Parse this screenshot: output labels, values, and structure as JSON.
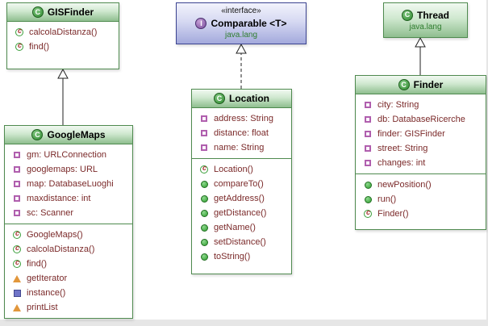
{
  "icons": {
    "class_letter": "C",
    "interface_letter": "I"
  },
  "colors": {
    "class_header_green": "#8fbe8f",
    "interface_header_blue": "#a3a9dc",
    "class_border_green": "#4f8a4f",
    "interface_border_blue": "#3c4491",
    "package_text_green": "#2f7d2f",
    "member_text_maroon": "#7b2a2a"
  },
  "boxes": {
    "gisfinder": {
      "kind": "class",
      "name": "GISFinder",
      "methods": [
        {
          "label": "calcolaDistanza()",
          "icon": "constructor-method-icon"
        },
        {
          "label": "find()",
          "icon": "constructor-method-icon"
        }
      ]
    },
    "comparable": {
      "kind": "interface",
      "stereotype": "«interface»",
      "name": "Comparable <T>",
      "package": "java.lang"
    },
    "thread": {
      "kind": "class",
      "name": "Thread",
      "package": "java.lang"
    },
    "googlemaps": {
      "kind": "class",
      "name": "GoogleMaps",
      "fields": [
        {
          "label": "gm: URLConnection",
          "icon": "field-icon"
        },
        {
          "label": "googlemaps: URL",
          "icon": "field-icon"
        },
        {
          "label": "map: DatabaseLuoghi",
          "icon": "field-icon"
        },
        {
          "label": "maxdistance: int",
          "icon": "field-icon"
        },
        {
          "label": "sc: Scanner",
          "icon": "field-icon"
        }
      ],
      "methods": [
        {
          "label": "GoogleMaps()",
          "icon": "constructor-method-icon"
        },
        {
          "label": "calcolaDistanza()",
          "icon": "constructor-method-icon"
        },
        {
          "label": "find()",
          "icon": "constructor-method-icon"
        },
        {
          "label": "getIterator",
          "icon": "triangle-method-icon"
        },
        {
          "label": "instance()",
          "icon": "square-method-icon"
        },
        {
          "label": "printList",
          "icon": "triangle-method-icon"
        }
      ]
    },
    "location": {
      "kind": "class",
      "name": "Location",
      "fields": [
        {
          "label": "address: String",
          "icon": "field-icon"
        },
        {
          "label": "distance: float",
          "icon": "field-icon"
        },
        {
          "label": "name: String",
          "icon": "field-icon"
        }
      ],
      "methods": [
        {
          "label": "Location()",
          "icon": "constructor-method-icon"
        },
        {
          "label": "compareTo()",
          "icon": "public-method-icon"
        },
        {
          "label": "getAddress()",
          "icon": "public-method-icon"
        },
        {
          "label": "getDistance()",
          "icon": "public-method-icon"
        },
        {
          "label": "getName()",
          "icon": "public-method-icon"
        },
        {
          "label": "setDistance()",
          "icon": "public-method-icon"
        },
        {
          "label": "toString()",
          "icon": "public-method-icon"
        }
      ]
    },
    "finder": {
      "kind": "class",
      "name": "Finder",
      "fields": [
        {
          "label": "city: String",
          "icon": "field-icon"
        },
        {
          "label": "db: DatabaseRicerche",
          "icon": "field-icon"
        },
        {
          "label": "finder: GISFinder",
          "icon": "field-icon"
        },
        {
          "label": "street: String",
          "icon": "field-icon"
        },
        {
          "label": "changes: int",
          "icon": "field-icon"
        }
      ],
      "methods": [
        {
          "label": "newPosition()",
          "icon": "public-method-icon"
        },
        {
          "label": "run()",
          "icon": "public-method-icon"
        },
        {
          "label": "Finder()",
          "icon": "constructor-method-icon"
        }
      ]
    }
  },
  "edges": [
    {
      "from": "GoogleMaps",
      "to": "GISFinder",
      "relation": "extends"
    },
    {
      "from": "Location",
      "to": "Comparable <T>",
      "relation": "implements"
    },
    {
      "from": "Finder",
      "to": "Thread",
      "relation": "extends"
    }
  ]
}
